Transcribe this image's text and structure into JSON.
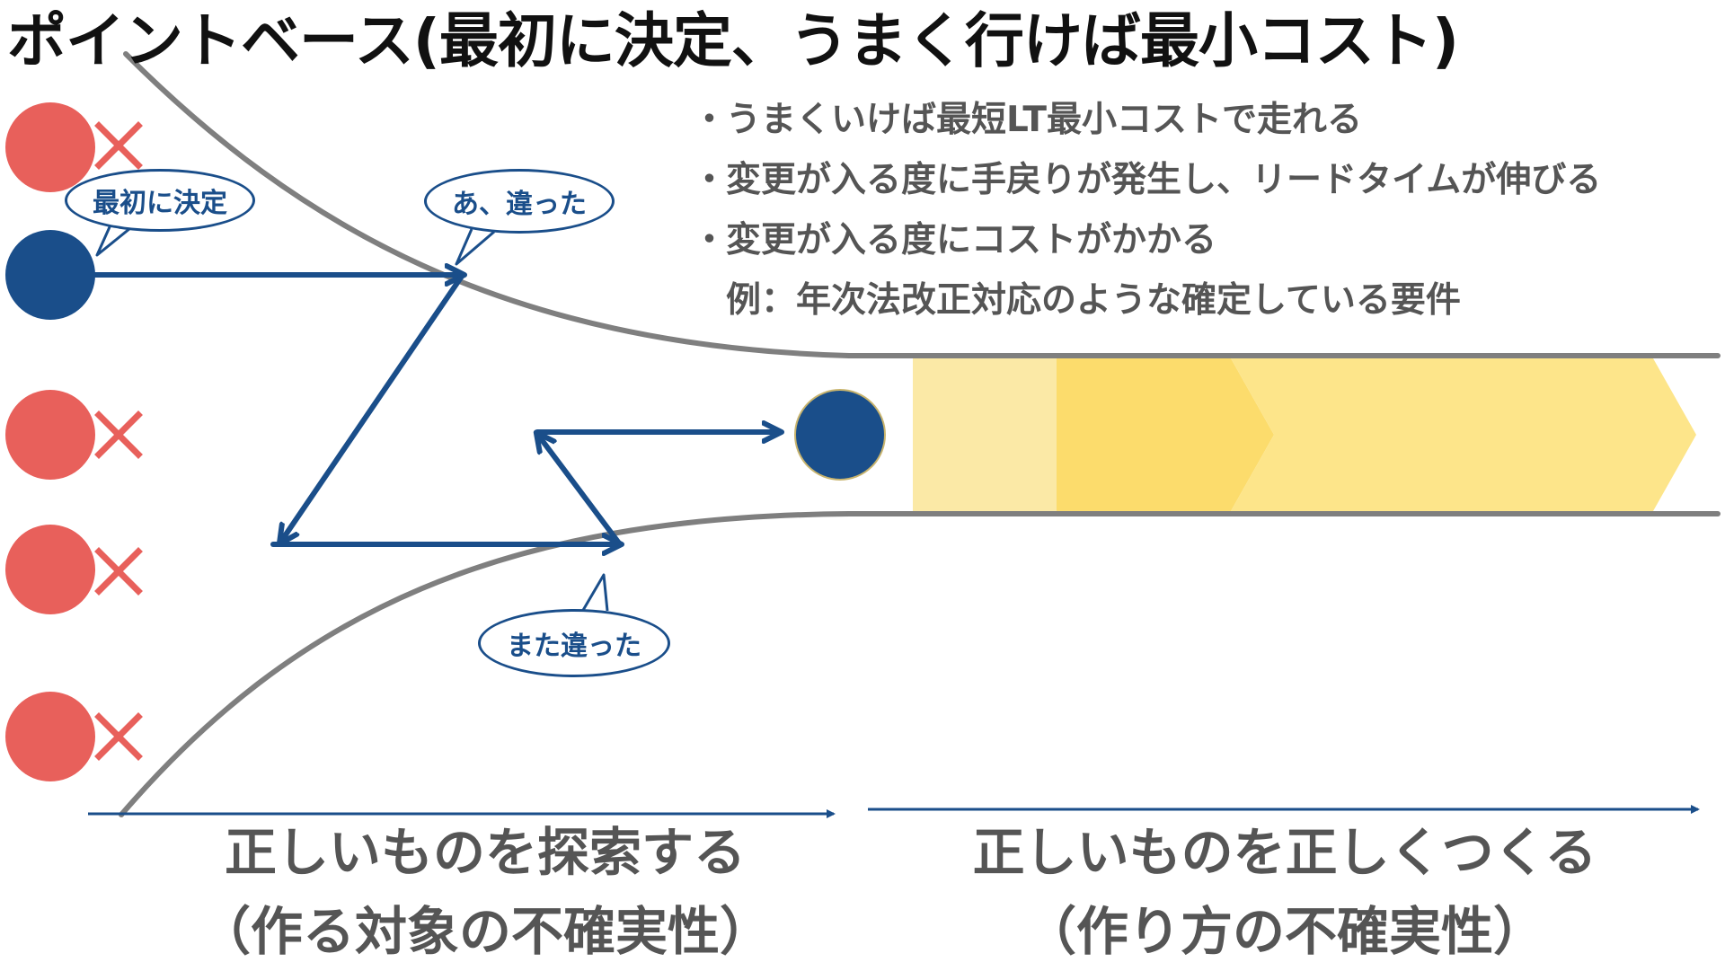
{
  "title": "ポイントベース(最初に決定、うまく行けば最小コスト)",
  "bullets": [
    {
      "marker": "・",
      "text": "うまくいけば最短LT最小コストで走れる"
    },
    {
      "marker": "・",
      "text": "変更が入る度に手戻りが発生し、リードタイムが伸びる"
    },
    {
      "marker": "・",
      "text": "変更が入る度にコストがかかる"
    },
    {
      "marker": "",
      "text": "例：年次法改正対応のような確定している要件"
    }
  ],
  "bubbles": {
    "first_decision": "最初に決定",
    "oops_different": "あ、違った",
    "different_again": "また違った"
  },
  "captions": {
    "left_line1": "正しいものを探索する",
    "left_line2": "（作る対象の不確実性）",
    "right_line1": "正しいものを正しくつくる",
    "right_line2": "（作り方の不確実性）"
  },
  "colors": {
    "navy": "#1a4e8a",
    "rejected_red": "#e8605b",
    "funnel_gray": "#7f7f7f",
    "chevron_pale": "#fbe9a6",
    "chevron_mid": "#fcdc6c",
    "chevron_bright": "#fde58a"
  },
  "icons": {
    "cross": "x-mark-icon"
  }
}
